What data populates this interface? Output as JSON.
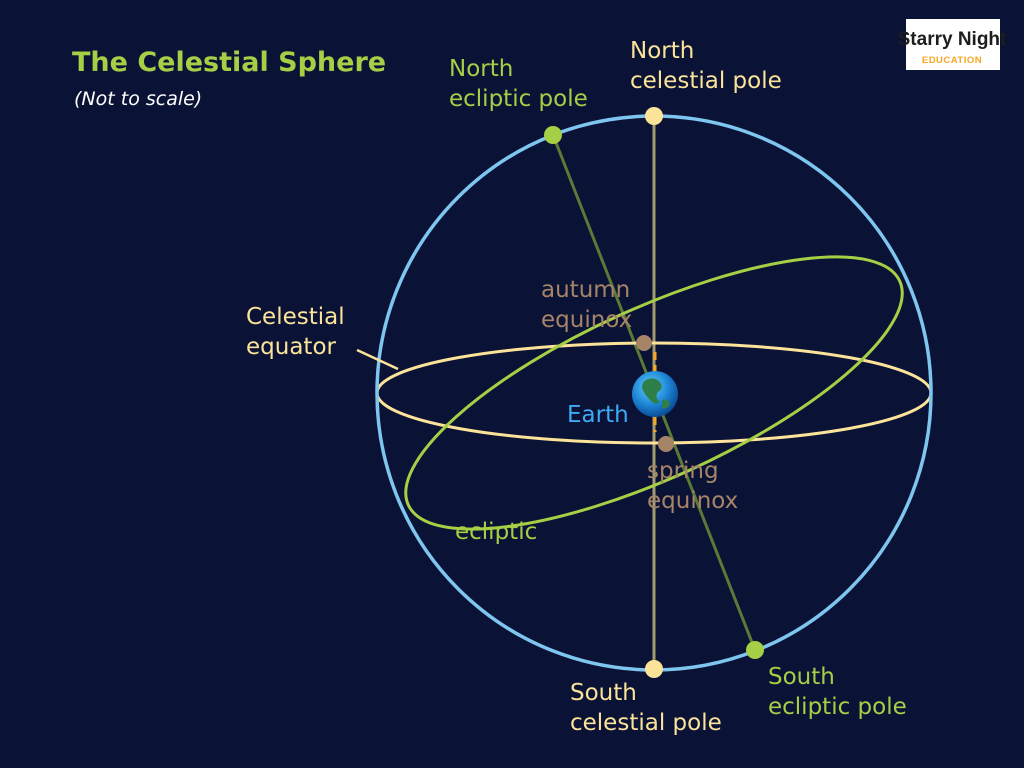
{
  "title": "The Celestial Sphere",
  "subtitle": "(Not to scale)",
  "logo": {
    "line1": "Starry Night",
    "line2": "EDUCATION"
  },
  "labels": {
    "north_celestial_pole": [
      "North",
      "celestial pole"
    ],
    "south_celestial_pole": [
      "South",
      "celestial pole"
    ],
    "north_ecliptic_pole": [
      "North",
      "ecliptic pole"
    ],
    "south_ecliptic_pole": [
      "South",
      "ecliptic pole"
    ],
    "celestial_equator": [
      "Celestial",
      "equator"
    ],
    "autumn_equinox": [
      "autumn",
      "equinox"
    ],
    "spring_equinox": [
      "spring",
      "equinox"
    ],
    "earth": "Earth",
    "ecliptic": "ecliptic"
  },
  "colors": {
    "background": "#0a1236",
    "sphere": "#7ec6f0",
    "celestial_equator": "#fbe39a",
    "ecliptic": "#a5cf45",
    "equinox": "#a58467",
    "earth_label": "#3fa9f5",
    "earth_axis": "#f7a823"
  }
}
